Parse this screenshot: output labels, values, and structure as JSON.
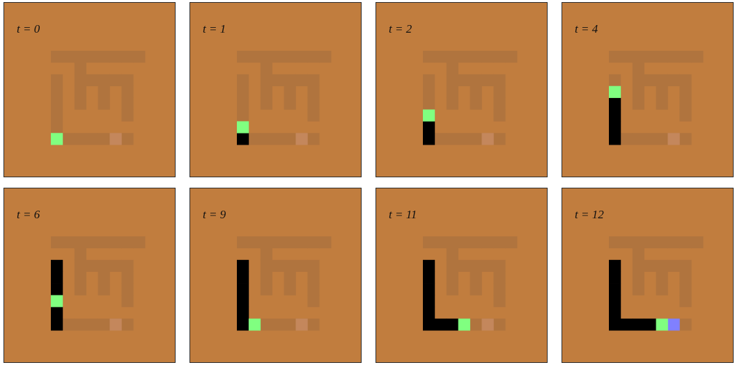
{
  "colors": {
    "background": "#C17D3E",
    "maze_wall": "#B0743E",
    "path": "#000000",
    "agent": "#80FF80",
    "goal_hidden": "#C4875C",
    "goal_reached": "#8080FF"
  },
  "maze": {
    "cols": 9,
    "rows": 8,
    "wall_cells": [
      [
        0,
        0
      ],
      [
        1,
        0
      ],
      [
        2,
        0
      ],
      [
        3,
        0
      ],
      [
        4,
        0
      ],
      [
        5,
        0
      ],
      [
        6,
        0
      ],
      [
        7,
        0
      ],
      [
        2,
        1
      ],
      [
        0,
        2
      ],
      [
        2,
        2
      ],
      [
        3,
        2
      ],
      [
        4,
        2
      ],
      [
        5,
        2
      ],
      [
        6,
        2
      ],
      [
        0,
        3
      ],
      [
        2,
        3
      ],
      [
        4,
        3
      ],
      [
        6,
        3
      ],
      [
        0,
        4
      ],
      [
        2,
        4
      ],
      [
        4,
        4
      ],
      [
        6,
        4
      ],
      [
        0,
        5
      ],
      [
        6,
        5
      ],
      [
        0,
        6
      ],
      [
        0,
        7
      ],
      [
        1,
        7
      ],
      [
        2,
        7
      ],
      [
        3,
        7
      ],
      [
        4,
        7
      ],
      [
        5,
        7
      ],
      [
        6,
        7
      ]
    ],
    "goal_cell": [
      5,
      7
    ]
  },
  "frames": [
    {
      "label": "t = 0",
      "path": [],
      "agent": [
        0,
        7
      ],
      "goal_reached": false
    },
    {
      "label": "t = 1",
      "path": [
        [
          0,
          7
        ]
      ],
      "agent": [
        0,
        6
      ],
      "goal_reached": false
    },
    {
      "label": "t = 2",
      "path": [
        [
          0,
          7
        ],
        [
          0,
          6
        ]
      ],
      "agent": [
        0,
        5
      ],
      "goal_reached": false
    },
    {
      "label": "t = 4",
      "path": [
        [
          0,
          7
        ],
        [
          0,
          6
        ],
        [
          0,
          5
        ],
        [
          0,
          4
        ]
      ],
      "agent": [
        0,
        3
      ],
      "goal_reached": false
    },
    {
      "label": "t = 6",
      "path": [
        [
          0,
          2
        ],
        [
          0,
          3
        ],
        [
          0,
          4
        ],
        [
          0,
          6
        ],
        [
          0,
          7
        ]
      ],
      "agent": [
        0,
        5
      ],
      "goal_reached": false
    },
    {
      "label": "t = 9",
      "path": [
        [
          0,
          2
        ],
        [
          0,
          3
        ],
        [
          0,
          4
        ],
        [
          0,
          5
        ],
        [
          0,
          6
        ],
        [
          0,
          7
        ]
      ],
      "agent": [
        1,
        7
      ],
      "goal_reached": false
    },
    {
      "label": "t = 11",
      "path": [
        [
          0,
          2
        ],
        [
          0,
          3
        ],
        [
          0,
          4
        ],
        [
          0,
          5
        ],
        [
          0,
          6
        ],
        [
          0,
          7
        ],
        [
          1,
          7
        ],
        [
          2,
          7
        ]
      ],
      "agent": [
        3,
        7
      ],
      "goal_reached": false
    },
    {
      "label": "t = 12",
      "path": [
        [
          0,
          2
        ],
        [
          0,
          3
        ],
        [
          0,
          4
        ],
        [
          0,
          5
        ],
        [
          0,
          6
        ],
        [
          0,
          7
        ],
        [
          1,
          7
        ],
        [
          2,
          7
        ],
        [
          3,
          7
        ]
      ],
      "agent": [
        4,
        7
      ],
      "goal_reached": true
    }
  ]
}
